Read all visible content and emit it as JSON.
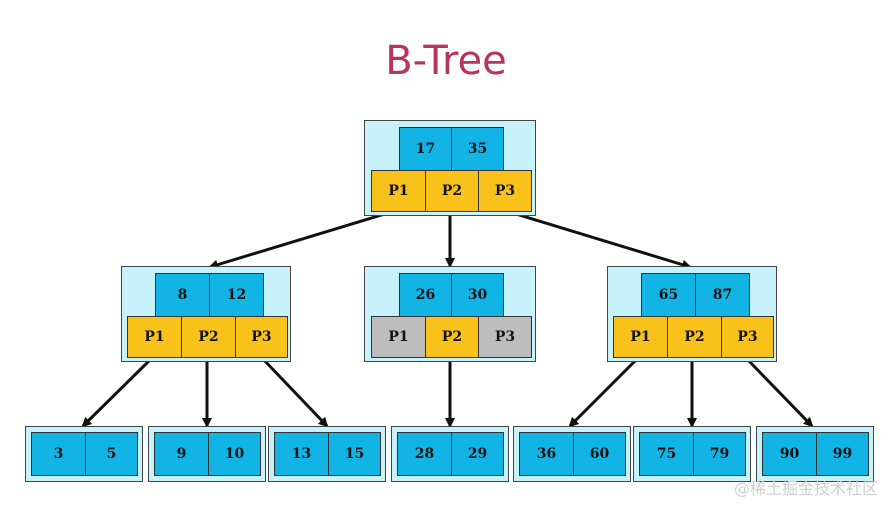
{
  "title": "B-Tree",
  "watermark": "@稀土掘金技术社区",
  "colors": {
    "key": "#12b4e6",
    "pointer": "#f8c21a",
    "pointer_unused": "#bdbdbd",
    "node_bg": "#c8f2fb",
    "title": "#b8355a"
  },
  "tree": {
    "root": {
      "keys": [
        "17",
        "35"
      ],
      "pointers": [
        "P1",
        "P2",
        "P3"
      ]
    },
    "level1": [
      {
        "keys": [
          "8",
          "12"
        ],
        "pointers": [
          "P1",
          "P2",
          "P3"
        ]
      },
      {
        "keys": [
          "26",
          "30"
        ],
        "pointers": [
          "P1",
          "P2",
          "P3"
        ]
      },
      {
        "keys": [
          "65",
          "87"
        ],
        "pointers": [
          "P1",
          "P2",
          "P3"
        ]
      }
    ],
    "leaves": [
      {
        "keys": [
          "3",
          "5"
        ]
      },
      {
        "keys": [
          "9",
          "10"
        ]
      },
      {
        "keys": [
          "13",
          "15"
        ]
      },
      {
        "keys": [
          "28",
          "29"
        ]
      },
      {
        "keys": [
          "36",
          "60"
        ]
      },
      {
        "keys": [
          "75",
          "79"
        ]
      },
      {
        "keys": [
          "90",
          "99"
        ]
      }
    ]
  }
}
